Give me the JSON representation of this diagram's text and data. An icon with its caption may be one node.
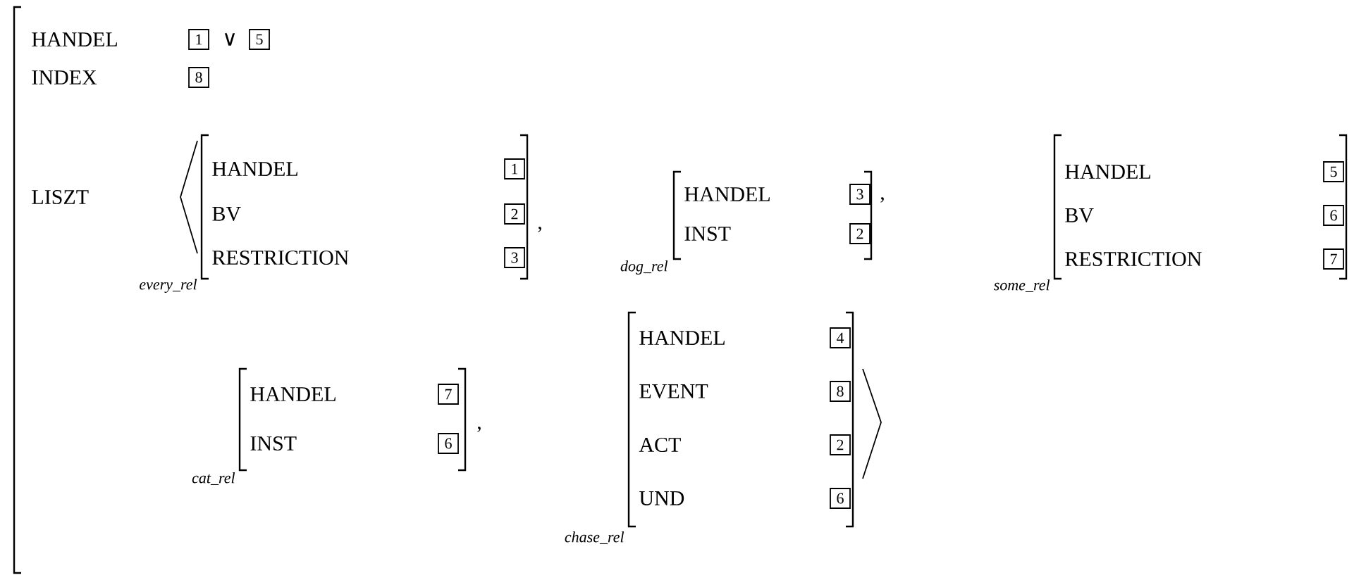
{
  "diagram": {
    "nodes": [
      {
        "text": [
          "HANDEL",
          "INDEX",
          "LISZT"
        ]
      },
      {
        "text": [
          "1"
        ]
      },
      {
        "text": [
          "5"
        ]
      },
      {
        "text": [
          "8"
        ]
      },
      {
        "text": [
          "HANDEL",
          "BV",
          "RESTRICTION"
        ],
        "beside": [
          "every_rel"
        ]
      },
      {
        "text": [
          "1"
        ],
        "in": 4
      },
      {
        "text": [
          "2"
        ],
        "in": 4
      },
      {
        "text": [
          "3"
        ],
        "in": 4
      },
      {
        "text": [
          "HANDEL",
          "INST"
        ],
        "beside": [
          "dog_rel"
        ]
      },
      {
        "text": [
          "3"
        ],
        "in": 8
      },
      {
        "text": [
          "2"
        ],
        "in": 8
      },
      {
        "text": [
          "HANDEL",
          "BV",
          "RESTRICTION"
        ],
        "beside": [
          "some_rel"
        ]
      },
      {
        "text": [
          "5"
        ],
        "in": 11
      },
      {
        "text": [
          "6"
        ],
        "in": 11
      },
      {
        "text": [
          "7"
        ],
        "in": 11
      },
      {
        "text": [
          "HANDEL",
          "INST"
        ],
        "beside": [
          "cat_rel"
        ]
      },
      {
        "text": [
          "7"
        ],
        "in": 15
      },
      {
        "text": [
          "6"
        ],
        "in": 15
      },
      {
        "text": [
          "HANDEL",
          "EVENT",
          "ACT",
          "UND"
        ],
        "beside": [
          "chase_rel"
        ]
      },
      {
        "text": [
          "4"
        ],
        "in": 18
      },
      {
        "text": [
          "8"
        ],
        "in": 18
      },
      {
        "text": [
          "2"
        ],
        "in": 18
      },
      {
        "text": [
          "6"
        ],
        "in": 18
      }
    ],
    "labels": [
      "∨",
      ",",
      ",",
      ","
    ]
  }
}
